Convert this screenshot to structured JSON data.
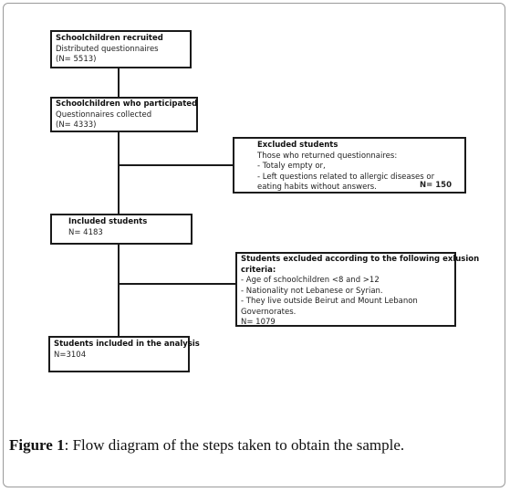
{
  "boxes": {
    "recruited": {
      "title": "Schoolchildren recruited",
      "line1": "Distributed questionnaires",
      "line2": "(N= 5513)"
    },
    "participated": {
      "title": "Schoolchildren who participated",
      "line1": "Questionnaires collected",
      "line2": "(N= 4333)"
    },
    "excluded": {
      "title": "Excluded students",
      "line1": "Those who returned questionnaires:",
      "line2": "- Totaly empty or,",
      "line3": "- Left questions related to allergic diseases or",
      "line4": "eating habits without answers.",
      "n": "N= 150"
    },
    "included": {
      "title": "Included students",
      "line1": "N= 4183"
    },
    "excluded_criteria": {
      "title1": "Students excluded according to the following exlusion",
      "title2": "criteria:",
      "line1": "- Age of schoolchildren <8 and >12",
      "line2": "- Nationality not Lebanese or Syrian.",
      "line3": "- They live outside Beirut and Mount Lebanon",
      "line4": "Governorates.",
      "line5": "N= 1079"
    },
    "analysis": {
      "title": "Students included in the analysis",
      "line1": "N=3104"
    }
  },
  "caption": {
    "label": "Figure 1",
    "text": ": Flow diagram of the steps taken to obtain the sample."
  }
}
